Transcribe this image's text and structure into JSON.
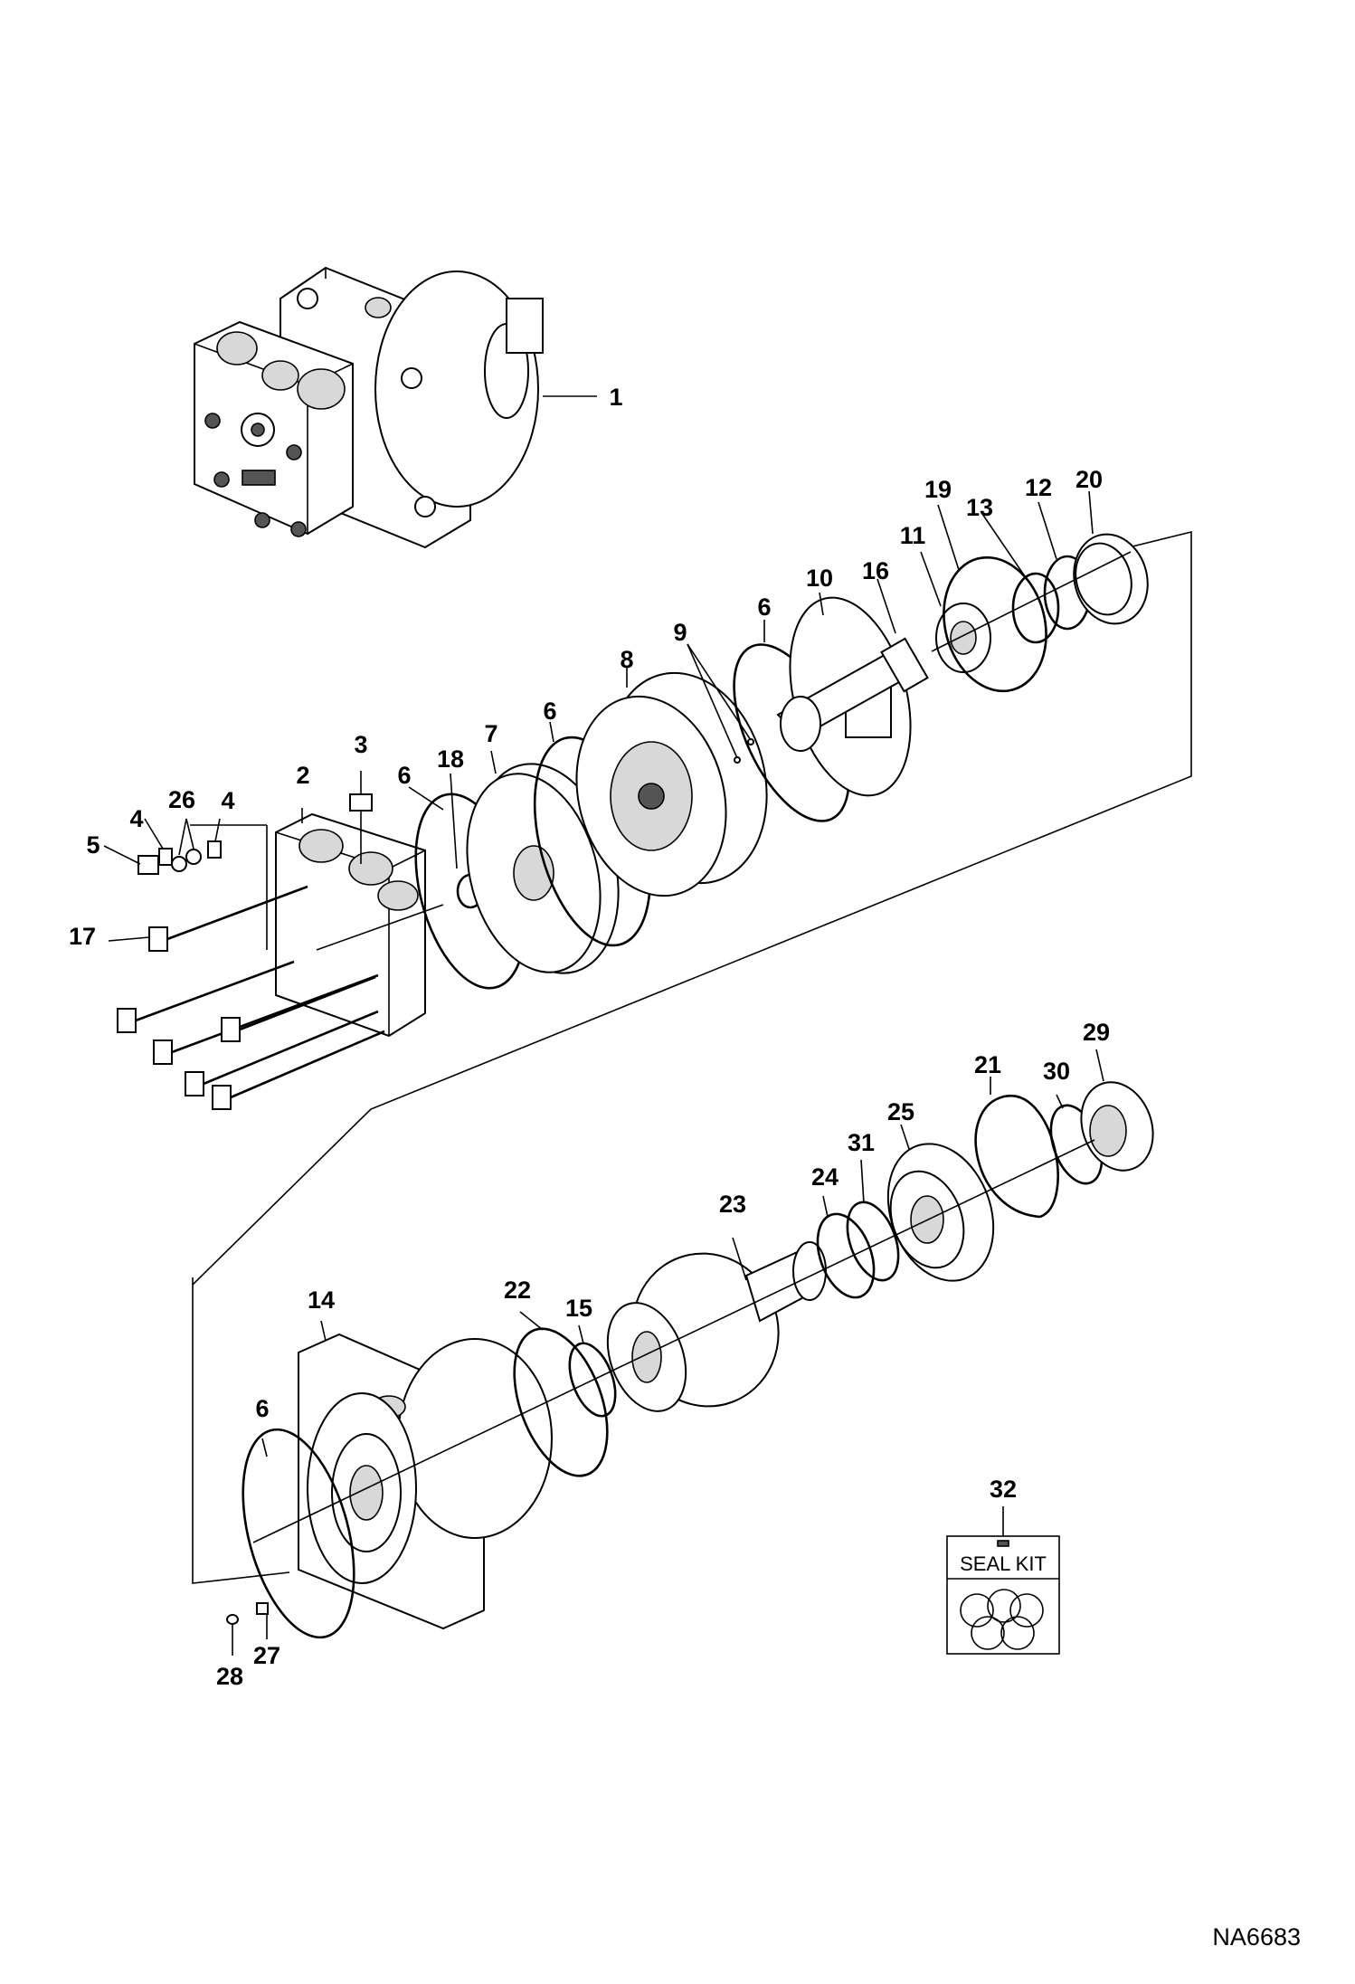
{
  "drawing": {
    "reference": "NA6683",
    "seal_kit_label": "SEAL KIT",
    "callouts": [
      "1",
      "2",
      "3",
      "4",
      "4",
      "5",
      "6",
      "6",
      "6",
      "6",
      "7",
      "8",
      "9",
      "10",
      "11",
      "12",
      "13",
      "14",
      "15",
      "16",
      "17",
      "18",
      "19",
      "20",
      "21",
      "22",
      "23",
      "24",
      "25",
      "26",
      "27",
      "28",
      "29",
      "30",
      "31",
      "32"
    ]
  }
}
